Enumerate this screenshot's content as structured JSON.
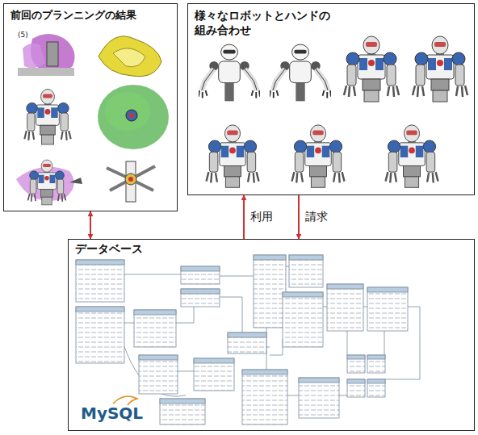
{
  "diagram": {
    "nodes": [
      {
        "text": [
          "前回のプランニングの結果"
        ]
      },
      {
        "text": [
          "様々なロボットとハンドの組み合わせ"
        ]
      },
      {
        "text": [
          "データベース"
        ]
      }
    ],
    "edges": [
      {
        "from": 0,
        "to": 2,
        "arrow": "both"
      },
      {
        "from": 2,
        "to": 1,
        "label": "利用",
        "arrow": "to"
      },
      {
        "from": 1,
        "to": 2,
        "label": "請求",
        "arrow": "to"
      }
    ],
    "labels": [
      "(5)",
      "MySQL"
    ]
  }
}
